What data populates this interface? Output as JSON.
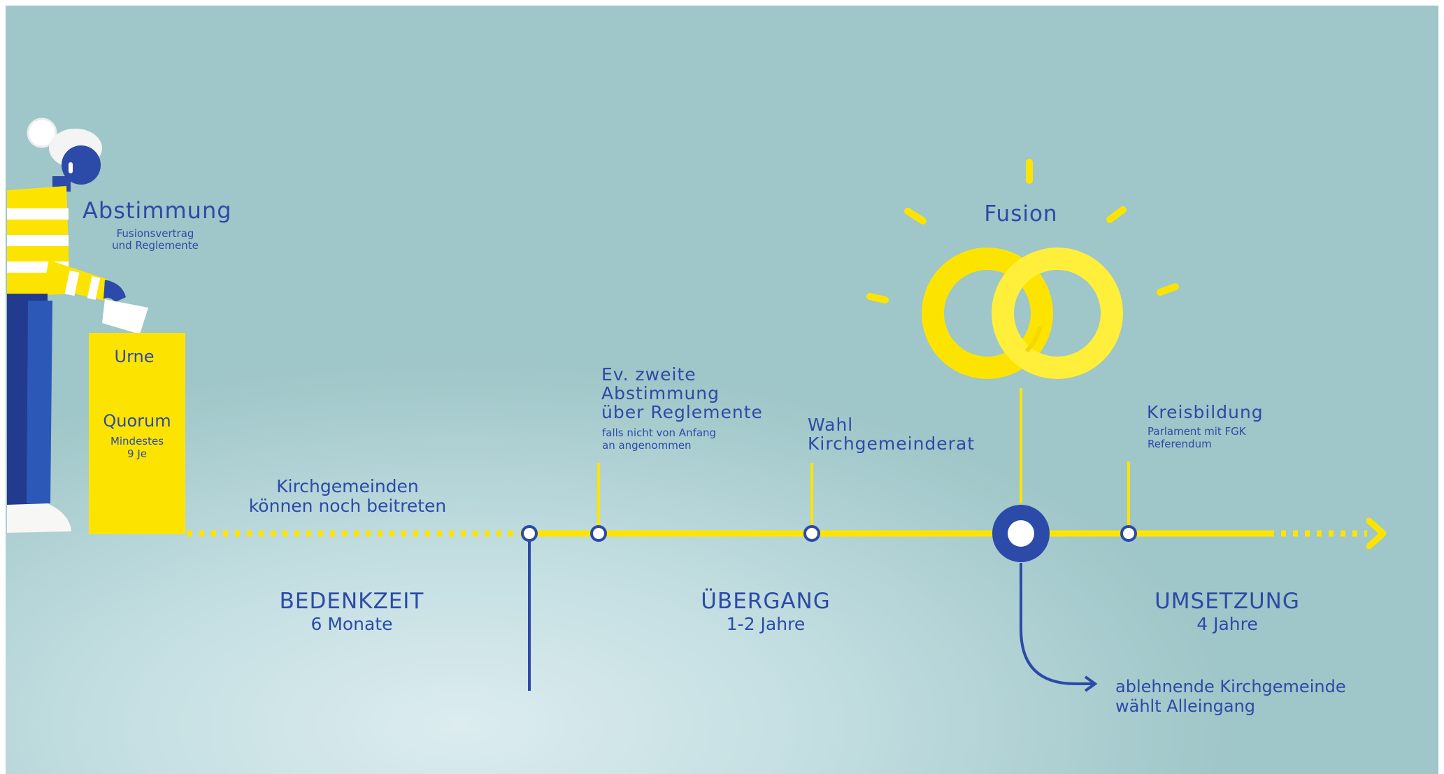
{
  "colors": {
    "background": "#9fc6c8",
    "accent_yellow": "#fde400",
    "text_blue": "#2c4aa8"
  },
  "vote": {
    "title": "Abstimmung",
    "subtitle_line1": "Fusionsvertrag",
    "subtitle_line2": "und Reglemente",
    "urn_label": "Urne",
    "quorum_label": "Quorum",
    "quorum_sub_line1": "Mindestes",
    "quorum_sub_line2": "9 Je"
  },
  "timeline": {
    "join_note_line1": "Kirchgemeinden",
    "join_note_line2": "können noch beitreten",
    "second_vote_line1": "Ev. zweite",
    "second_vote_line2": "Abstimmung",
    "second_vote_line3": "über Reglemente",
    "second_vote_sub_line1": "falls nicht von Anfang",
    "second_vote_sub_line2": "an angenommen",
    "election_line1": "Wahl",
    "election_line2": "Kirchgemeinderat",
    "fusion_label": "Fusion",
    "district_title": "Kreisbildung",
    "district_sub_line1": "Parlament mit FGK",
    "district_sub_line2": "Referendum",
    "solo_line1": "ablehnende Kirchgemeinde",
    "solo_line2": "wählt Alleingang"
  },
  "phases": [
    {
      "title": "BEDENKZEIT",
      "duration": "6 Monate"
    },
    {
      "title": "ÜBERGANG",
      "duration": "1-2 Jahre"
    },
    {
      "title": "UMSETZUNG",
      "duration": "4 Jahre"
    }
  ]
}
